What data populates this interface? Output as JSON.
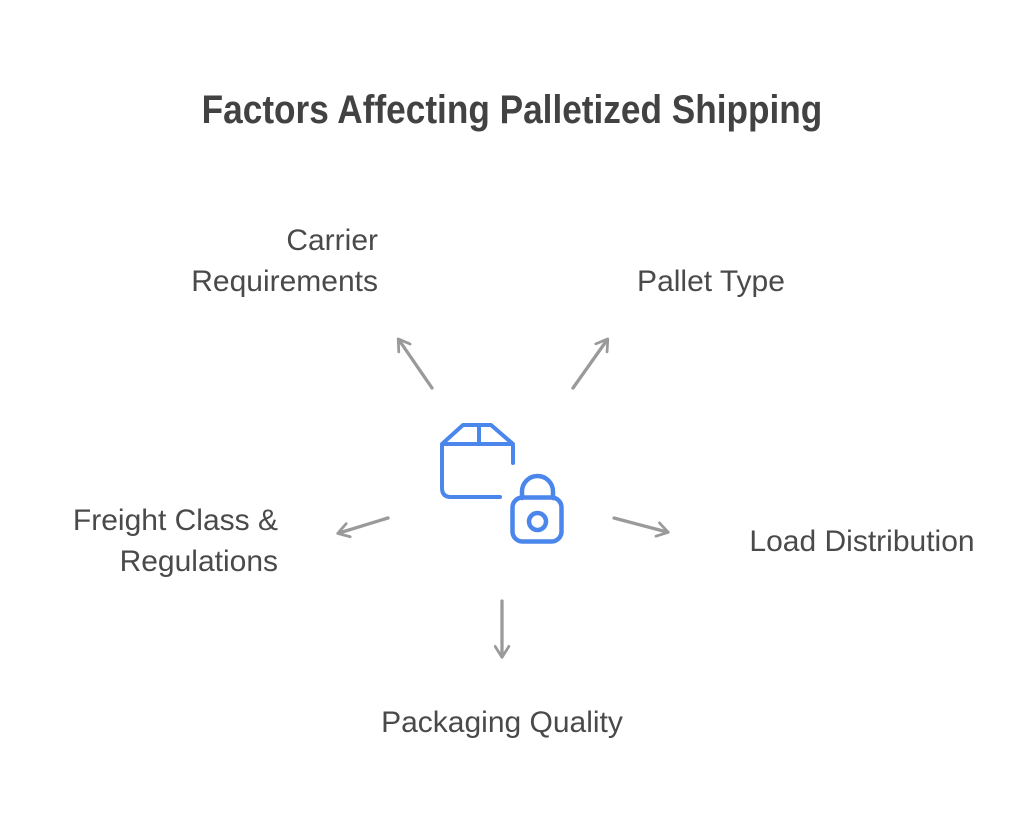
{
  "title": "Factors Affecting Palletized Shipping",
  "factors": [
    {
      "name": "carrier-requirements",
      "lines": [
        "Carrier",
        "Requirements"
      ]
    },
    {
      "name": "pallet-type",
      "lines": [
        "Pallet Type"
      ]
    },
    {
      "name": "freight-class-regulations",
      "lines": [
        "Freight Class &",
        "Regulations"
      ]
    },
    {
      "name": "load-distribution",
      "lines": [
        "Load Distribution"
      ]
    },
    {
      "name": "packaging-quality",
      "lines": [
        "Packaging Quality"
      ]
    }
  ],
  "center_icon": {
    "name": "package-lock-icon",
    "description": "shipping box with padlock"
  },
  "arrows": [
    "arrow-to-carrier-requirements",
    "arrow-to-pallet-type",
    "arrow-to-freight-class-regulations",
    "arrow-to-load-distribution",
    "arrow-to-packaging-quality"
  ],
  "colors": {
    "icon_blue": "#4a86ec",
    "arrow_gray": "#9a9a9a",
    "title_text": "#424242",
    "label_text": "#4a4a4a",
    "background": "#ffffff"
  }
}
